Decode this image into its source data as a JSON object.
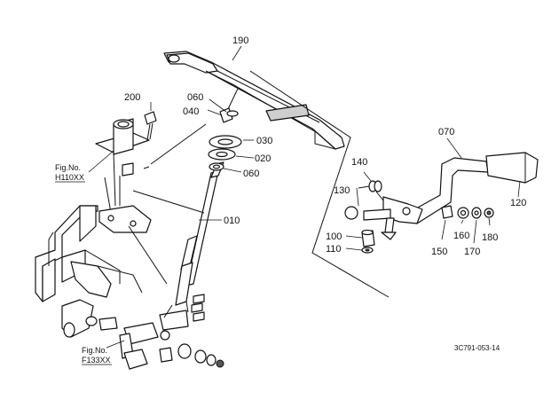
{
  "diagram": {
    "part_labels": {
      "p190": "190",
      "p200": "200",
      "p060a": "060",
      "p040": "040",
      "p030": "030",
      "p020": "020",
      "p060b": "060",
      "p010": "010",
      "p070": "070",
      "p120": "120",
      "p140": "140",
      "p130": "130",
      "p100": "100",
      "p110": "110",
      "p150": "150",
      "p160": "160",
      "p170": "170",
      "p180": "180"
    },
    "figure_refs": {
      "fig1_title": "Fig.No.",
      "fig1_code": "H110XX",
      "fig2_title": "Fig.No.",
      "fig2_code": "F133XX"
    },
    "drawing_code": "3C791-053-14"
  }
}
